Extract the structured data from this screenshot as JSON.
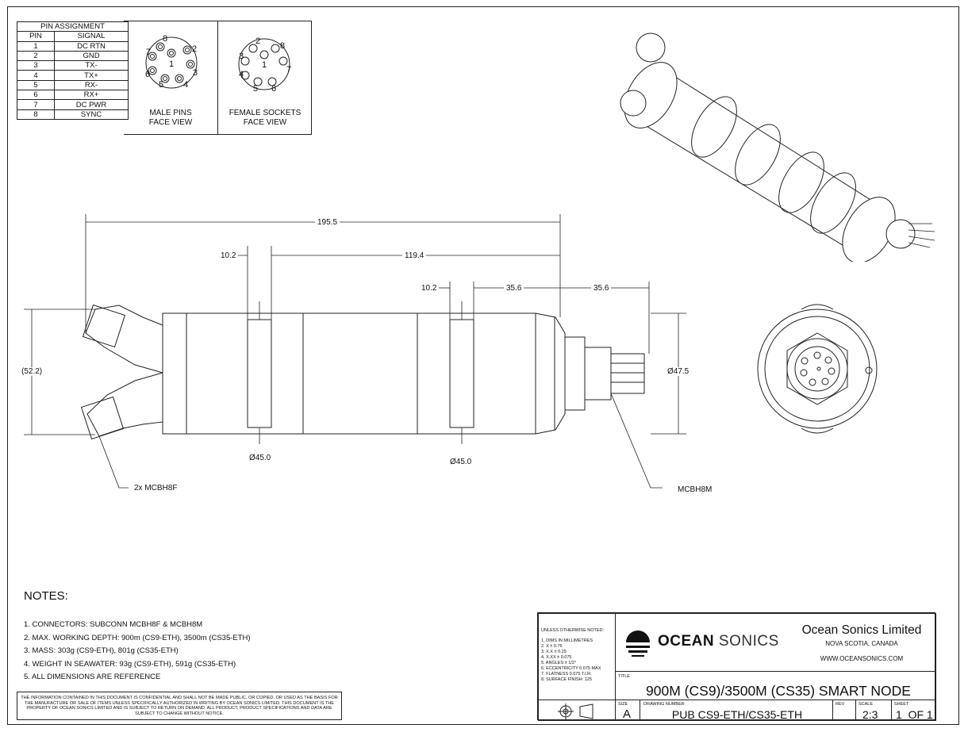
{
  "pin_table": {
    "title": "PIN ASSIGNMENT",
    "col_pin": "PIN",
    "col_signal": "SIGNAL",
    "rows": [
      {
        "pin": "1",
        "signal": "DC RTN"
      },
      {
        "pin": "2",
        "signal": "GND"
      },
      {
        "pin": "3",
        "signal": "TX-"
      },
      {
        "pin": "4",
        "signal": "TX+"
      },
      {
        "pin": "5",
        "signal": "RX-"
      },
      {
        "pin": "6",
        "signal": "RX+"
      },
      {
        "pin": "7",
        "signal": "DC PWR"
      },
      {
        "pin": "8",
        "signal": "SYNC"
      }
    ]
  },
  "male_view": {
    "caption_line1": "MALE PINS",
    "caption_line2": "FACE VIEW"
  },
  "female_view": {
    "caption_line1": "FEMALE SOCKETS",
    "caption_line2": "FACE VIEW"
  },
  "dimensions": {
    "overall": "195.5",
    "band1": "10.2",
    "mid": "119.4",
    "band2": "10.2",
    "seg1": "35.6",
    "seg2": "35.6",
    "height_ref": "(52.2)",
    "diameter_end": "Ø47.5",
    "diameter_band1": "Ø45.0",
    "diameter_band2": "Ø45.0"
  },
  "callouts": {
    "left": "2x MCBH8F",
    "right": "MCBH8M"
  },
  "notes": {
    "title": "NOTES:",
    "items": [
      "1. CONNECTORS: SUBCONN MCBH8F & MCBH8M",
      "2. MAX. WORKING DEPTH: 900m (CS9-ETH), 3500m (CS35-ETH)",
      "3. MASS: 303g (CS9-ETH), 801g (CS35-ETH)",
      "4. WEIGHT IN SEAWATER: 93g (CS9-ETH), 591g (CS35-ETH)",
      "5.  ALL DIMENSIONS ARE REFERENCE"
    ]
  },
  "disclaimer": "THE INFORMATION CONTAINED IN THIS DOCUMENT IS CONFIDENTIAL AND SHALL NOT BE MADE PUBLIC, OR COPIED, OR USED AS THE BASIS FOR THE MANUFACTURE OR SALE OF ITEMS UNLESS SPECIFICALLY AUTHORIZED IN WRITING BY OCEAN SONICS LIMITED. THIS DOCUMENT IS THE PROPERTY OF OCEAN SONICS LIMITED AND IS SUBJECT TO RETURN ON DEMAND. ALL PRODUCT, PRODUCT SPECIFICATIONS AND DATA ARE SUBJECT TO CHANGE WITHOUT NOTICE.",
  "tolerances": {
    "heading": "UNLESS OTHERWISE NOTED:",
    "items": [
      "1. DIMS IN MILLIMETRES",
      "2. X  ± 0.75",
      "3. X.X  ± 0.25",
      "4. X.XX ± 0.075",
      "5. ANGLES ± 1/2°",
      "6. ECCENTRICITY 0.075 MAX",
      "7. FLATNESS 0.075 T.I.R.",
      "8. SURFACE FINISH:  125"
    ]
  },
  "company": {
    "logo_bold": "OCEAN",
    "logo_light": "SONICS",
    "name": "Ocean Sonics Limited",
    "location": "NOVA SCOTIA, CANADA",
    "website": "WWW.OCEANSONICS.COM"
  },
  "title_block": {
    "title_label": "TITLE",
    "title": "900M (CS9)/3500M (CS35) SMART NODE",
    "size_label": "SIZE",
    "size": "A",
    "drawing_number_label": "DRAWING NUMBER",
    "drawing_number": "PUB CS9-ETH/CS35-ETH",
    "rev_label": "REV",
    "rev": "",
    "scale_label": "SCALE",
    "scale": "2:3",
    "sheet_label": "SHEET",
    "sheet": "1  OF 1"
  }
}
